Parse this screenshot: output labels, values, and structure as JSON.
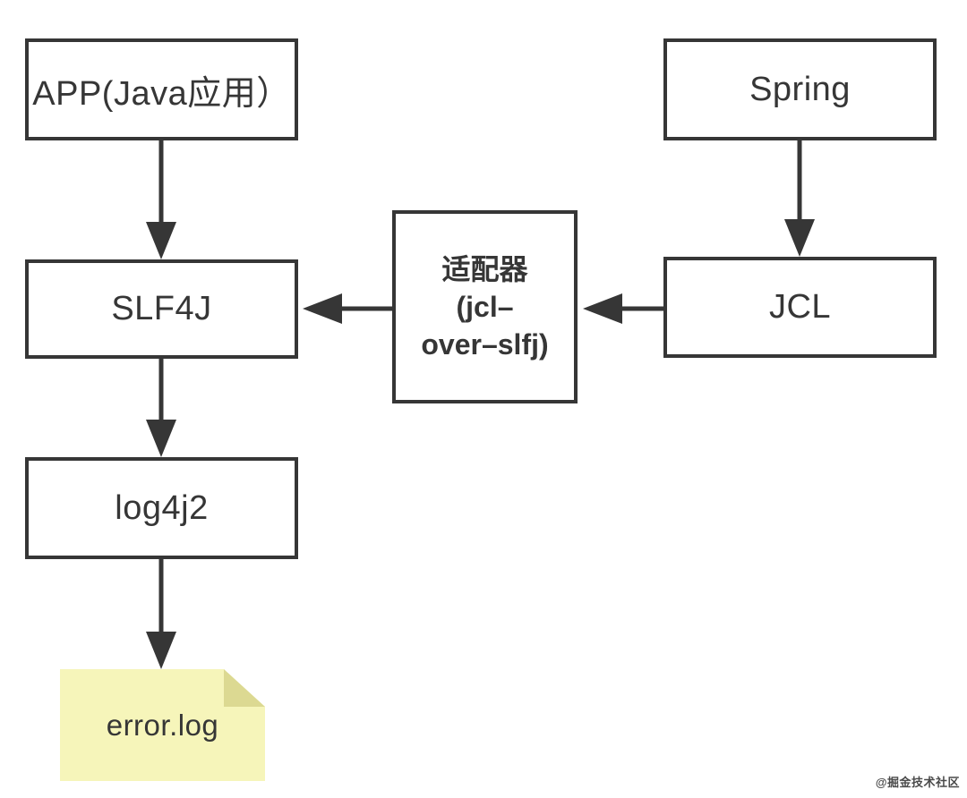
{
  "diagram": {
    "description_type": "flowchart",
    "nodes": {
      "app": {
        "label": "APP(Java应用）",
        "shape": "rect"
      },
      "spring": {
        "label": "Spring",
        "shape": "rect"
      },
      "adapter": {
        "lines": [
          "适配器",
          "(jcl–",
          "over–slfj)"
        ],
        "shape": "rect"
      },
      "slf4j": {
        "label": "SLF4J",
        "shape": "rect"
      },
      "jcl": {
        "label": "JCL",
        "shape": "rect"
      },
      "log4j2": {
        "label": "log4j2",
        "shape": "rect"
      },
      "error_log": {
        "label": "error.log",
        "shape": "sticky-note"
      }
    },
    "edges": [
      {
        "from": "app",
        "to": "slf4j",
        "direction": "down"
      },
      {
        "from": "spring",
        "to": "jcl",
        "direction": "down"
      },
      {
        "from": "jcl",
        "to": "adapter",
        "direction": "left"
      },
      {
        "from": "adapter",
        "to": "slf4j",
        "direction": "left"
      },
      {
        "from": "slf4j",
        "to": "log4j2",
        "direction": "down"
      },
      {
        "from": "log4j2",
        "to": "error_log",
        "direction": "down"
      }
    ],
    "colors": {
      "line": "#363636",
      "box_border": "#363636",
      "box_fill": "#ffffff",
      "text": "#363636",
      "note_fill": "#f6f5ba",
      "note_fold": "#dcd992",
      "watermark": "#4a4a4a",
      "background": "#ffffff"
    },
    "watermark": "@掘金技术社区"
  }
}
